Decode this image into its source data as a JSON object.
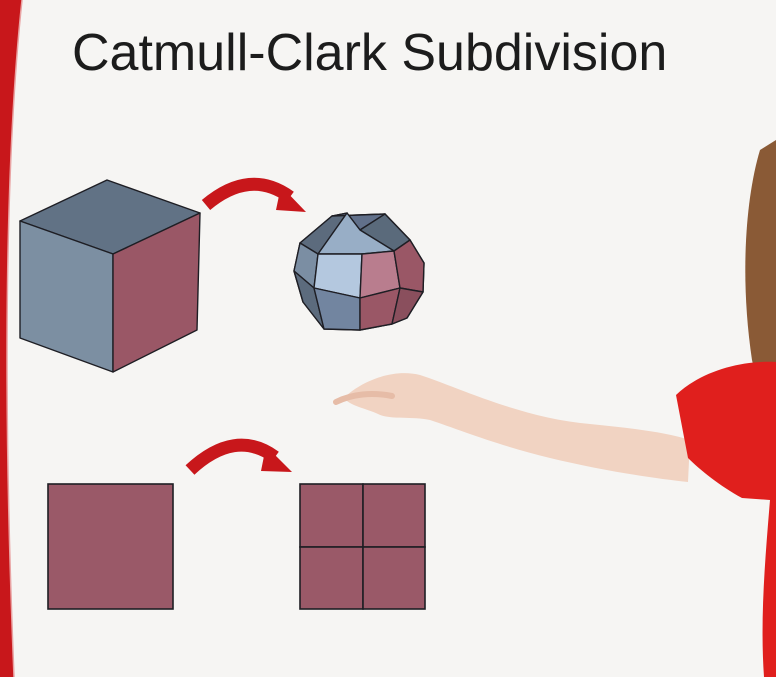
{
  "slide": {
    "title": "Catmull-Clark Subdivision"
  },
  "colors": {
    "background": "#f6f5f3",
    "accent_red": "#c8171b",
    "cube_top": "#617285",
    "cube_front": "#7c8fa2",
    "cube_side": "#9a5766",
    "square_fill": "#9a5968",
    "sphere_highlight": "#b4c8df",
    "sphere_pink": "#b97d8e",
    "shirt_red": "#e01f1d",
    "hair": "#8a5a36",
    "skin": "#f1d3c2"
  },
  "illustrations": [
    {
      "name": "cube",
      "description": "input"
    },
    {
      "name": "subdivided-cube",
      "description": "output"
    },
    {
      "name": "square",
      "description": "input"
    },
    {
      "name": "subdivided-square",
      "description": "output"
    }
  ]
}
